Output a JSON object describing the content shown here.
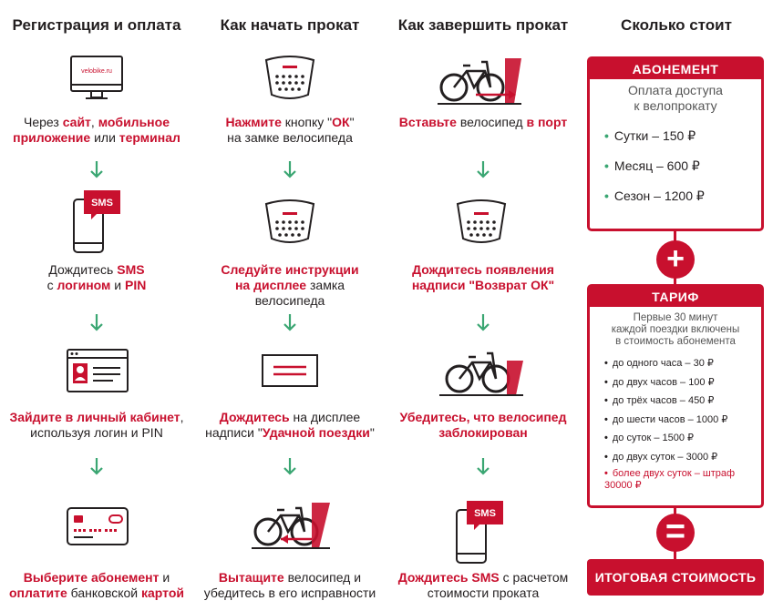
{
  "columns": [
    {
      "title": "Регистрация и оплата",
      "steps": [
        {
          "caption": [
            {
              "t": "Через "
            },
            {
              "t": "сайт",
              "r": true
            },
            {
              "t": ", "
            },
            {
              "t": "мобильное",
              "r": true
            },
            {
              "br": true
            },
            {
              "t": "приложение",
              "r": true
            },
            {
              "t": " или "
            },
            {
              "t": "терминал",
              "r": true
            }
          ]
        },
        {
          "caption": [
            {
              "t": "Дождитесь "
            },
            {
              "t": "SMS",
              "r": true
            },
            {
              "br": true
            },
            {
              "t": "с "
            },
            {
              "t": "логином",
              "r": true
            },
            {
              "t": " и "
            },
            {
              "t": "PIN",
              "r": true
            }
          ]
        },
        {
          "caption": [
            {
              "t": "Зайдите в личный кабинет",
              "r": true
            },
            {
              "t": ","
            },
            {
              "br": true
            },
            {
              "t": "используя логин и PIN"
            }
          ]
        },
        {
          "caption": [
            {
              "t": "Выберите абонемент",
              "r": true
            },
            {
              "t": " и"
            },
            {
              "br": true
            },
            {
              "t": "оплатите",
              "r": true
            },
            {
              "t": " банковской "
            },
            {
              "t": "картой",
              "r": true
            }
          ]
        }
      ]
    },
    {
      "title": "Как начать прокат",
      "steps": [
        {
          "caption": [
            {
              "t": "Нажмите",
              "r": true
            },
            {
              "t": " кнопку \""
            },
            {
              "t": "ОК",
              "r": true
            },
            {
              "t": "\""
            },
            {
              "br": true
            },
            {
              "t": "на замке велосипеда"
            }
          ]
        },
        {
          "caption": [
            {
              "t": "Следуйте инструкции",
              "r": true
            },
            {
              "br": true
            },
            {
              "t": "на дисплее",
              "r": true
            },
            {
              "t": " замка"
            },
            {
              "br": true
            },
            {
              "t": "велосипеда"
            }
          ]
        },
        {
          "caption": [
            {
              "t": "Дождитесь",
              "r": true
            },
            {
              "t": " на дисплее"
            },
            {
              "br": true
            },
            {
              "t": "надписи \""
            },
            {
              "t": "Удачной поездки",
              "r": true
            },
            {
              "t": "\""
            }
          ]
        },
        {
          "caption": [
            {
              "t": "Вытащите",
              "r": true
            },
            {
              "t": " велосипед и"
            },
            {
              "br": true
            },
            {
              "t": "убедитесь в его исправности"
            }
          ]
        }
      ]
    },
    {
      "title": "Как завершить прокат",
      "steps": [
        {
          "caption": [
            {
              "t": "Вставьте",
              "r": true
            },
            {
              "t": " велосипед "
            },
            {
              "t": "в порт",
              "r": true
            }
          ]
        },
        {
          "caption": [
            {
              "t": "Дождитесь появления",
              "r": true
            },
            {
              "br": true
            },
            {
              "t": "надписи \"Возврат ОК\"",
              "r": true
            }
          ]
        },
        {
          "caption": [
            {
              "t": "Убедитесь, что велосипед",
              "r": true
            },
            {
              "br": true
            },
            {
              "t": "заблокирован",
              "r": true
            }
          ]
        },
        {
          "caption": [
            {
              "t": "Дождитесь SMS",
              "r": true
            },
            {
              "t": "  с расчетом"
            },
            {
              "br": true
            },
            {
              "t": "стоимости проката"
            }
          ]
        }
      ]
    }
  ],
  "pricing": {
    "title": "Сколько стоит",
    "subscription": {
      "heading": "АБОНЕМЕНТ",
      "description": [
        "Оплата доступа",
        "к велопрокату"
      ],
      "items": [
        "Сутки – 150 ₽",
        "Месяц – 600 ₽",
        "Сезон – 1200 ₽"
      ]
    },
    "plus_sign": "+",
    "tariff": {
      "heading": "ТАРИФ",
      "description": [
        "Первые 30 минут",
        "каждой поездки включены",
        "в стоимость абонемента"
      ],
      "items": [
        "до одного часа – 30 ₽",
        "до двух часов – 100 ₽",
        "до трёх часов – 450 ₽",
        "до шести часов – 1000 ₽",
        "до суток – 1500 ₽",
        "до двух суток – 3000 ₽"
      ],
      "penalty": "более двух суток – штраф 30000 ₽"
    },
    "equals_sign": "=",
    "total": "ИТОГОВАЯ СТОИМОСТЬ"
  },
  "icons": {
    "site_label": "velobike.ru",
    "sms_label": "SMS"
  },
  "colors": {
    "accent": "#c8102e",
    "arrow": "#3aa672",
    "ink": "#231f20"
  }
}
